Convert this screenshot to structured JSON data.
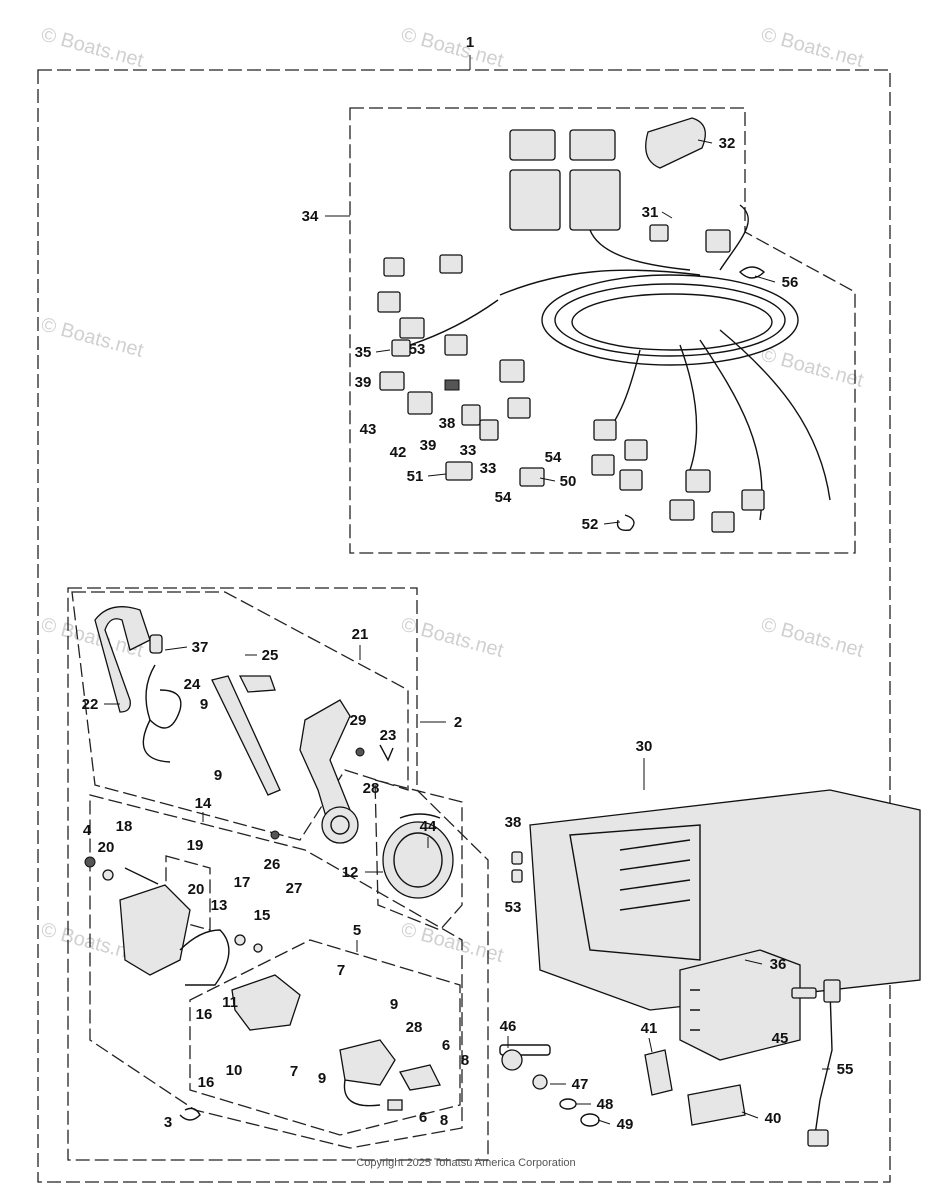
{
  "diagram": {
    "callouts": [
      {
        "id": "c1",
        "text": "1"
      },
      {
        "id": "c32",
        "text": "32"
      },
      {
        "id": "c34",
        "text": "34"
      },
      {
        "id": "c31",
        "text": "31"
      },
      {
        "id": "c56",
        "text": "56"
      },
      {
        "id": "c35",
        "text": "35"
      },
      {
        "id": "c53a",
        "text": "53"
      },
      {
        "id": "c39a",
        "text": "39"
      },
      {
        "id": "c43",
        "text": "43"
      },
      {
        "id": "c42",
        "text": "42"
      },
      {
        "id": "c39b",
        "text": "39"
      },
      {
        "id": "c38a",
        "text": "38"
      },
      {
        "id": "c33a",
        "text": "33"
      },
      {
        "id": "c33b",
        "text": "33"
      },
      {
        "id": "c54a",
        "text": "54"
      },
      {
        "id": "c54b",
        "text": "54"
      },
      {
        "id": "c50",
        "text": "50"
      },
      {
        "id": "c51",
        "text": "51"
      },
      {
        "id": "c52",
        "text": "52"
      },
      {
        "id": "c21",
        "text": "21"
      },
      {
        "id": "c37",
        "text": "37"
      },
      {
        "id": "c25",
        "text": "25"
      },
      {
        "id": "c24",
        "text": "24"
      },
      {
        "id": "c22",
        "text": "22"
      },
      {
        "id": "c9a",
        "text": "9"
      },
      {
        "id": "c9b",
        "text": "9"
      },
      {
        "id": "c29",
        "text": "29"
      },
      {
        "id": "c23",
        "text": "23"
      },
      {
        "id": "c28a",
        "text": "28"
      },
      {
        "id": "c2",
        "text": "2"
      },
      {
        "id": "c14",
        "text": "14"
      },
      {
        "id": "c44",
        "text": "44"
      },
      {
        "id": "c4",
        "text": "4"
      },
      {
        "id": "c18",
        "text": "18"
      },
      {
        "id": "c20a",
        "text": "20"
      },
      {
        "id": "c19",
        "text": "19"
      },
      {
        "id": "c26",
        "text": "26"
      },
      {
        "id": "c27",
        "text": "27"
      },
      {
        "id": "c12",
        "text": "12"
      },
      {
        "id": "c17",
        "text": "17"
      },
      {
        "id": "c20b",
        "text": "20"
      },
      {
        "id": "c13",
        "text": "13"
      },
      {
        "id": "c15",
        "text": "15"
      },
      {
        "id": "c5",
        "text": "5"
      },
      {
        "id": "c7a",
        "text": "7"
      },
      {
        "id": "c9c",
        "text": "9"
      },
      {
        "id": "c11",
        "text": "11"
      },
      {
        "id": "c16a",
        "text": "16"
      },
      {
        "id": "c28b",
        "text": "28"
      },
      {
        "id": "c6a",
        "text": "6"
      },
      {
        "id": "c8a",
        "text": "8"
      },
      {
        "id": "c10",
        "text": "10"
      },
      {
        "id": "c16b",
        "text": "16"
      },
      {
        "id": "c7b",
        "text": "7"
      },
      {
        "id": "c9d",
        "text": "9"
      },
      {
        "id": "c6b",
        "text": "6"
      },
      {
        "id": "c8b",
        "text": "8"
      },
      {
        "id": "c3",
        "text": "3"
      },
      {
        "id": "c30",
        "text": "30"
      },
      {
        "id": "c38b",
        "text": "38"
      },
      {
        "id": "c53b",
        "text": "53"
      },
      {
        "id": "c36",
        "text": "36"
      },
      {
        "id": "c45",
        "text": "45"
      },
      {
        "id": "c55",
        "text": "55"
      },
      {
        "id": "c46",
        "text": "46"
      },
      {
        "id": "c41",
        "text": "41"
      },
      {
        "id": "c47",
        "text": "47"
      },
      {
        "id": "c48",
        "text": "48"
      },
      {
        "id": "c49",
        "text": "49"
      },
      {
        "id": "c40",
        "text": "40"
      }
    ],
    "watermark": "© Boats.net",
    "copyright": "Copyright 2025 Tohatsu America Corporation"
  }
}
